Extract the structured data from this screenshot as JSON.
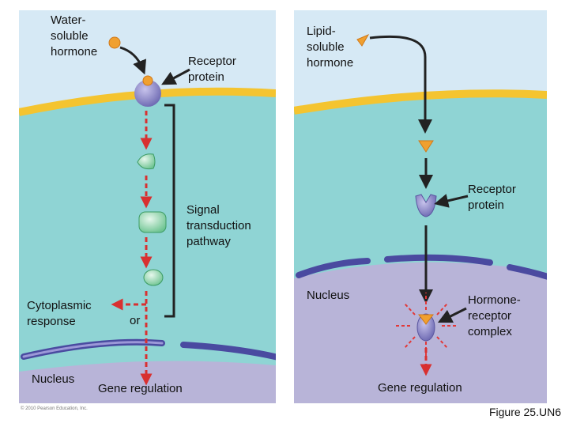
{
  "left_panel": {
    "water_soluble_hormone": "Water-\nsoluble\nhormone",
    "receptor_protein": "Receptor\nprotein",
    "signal_transduction": "Signal\ntransduction\npathway",
    "cytoplasmic_response": "Cytoplasmic\nresponse",
    "or": "or",
    "nucleus": "Nucleus",
    "gene_regulation": "Gene regulation"
  },
  "right_panel": {
    "lipid_soluble_hormone": "Lipid-\nsoluble\nhormone",
    "receptor_protein": "Receptor\nprotein",
    "nucleus": "Nucleus",
    "hormone_receptor_complex": "Hormone-\nreceptor\ncomplex",
    "gene_regulation": "Gene regulation"
  },
  "copyright": "© 2010 Pearson Education, Inc.",
  "figure_label": "Figure 25.UN6",
  "colors": {
    "outside": "#d6e9f5",
    "membrane": "#f4c430",
    "cytoplasm": "#8fd4d4",
    "nucleus": "#b8b4d8",
    "envelope": "#4a4aa0",
    "hormone_dot": "#f0a030",
    "hormone_triangle": "#f0a030",
    "receptor": "#8c88c8",
    "relay": "#9edcb4",
    "arrow_red": "#d83030",
    "arrow_black": "#222222"
  }
}
